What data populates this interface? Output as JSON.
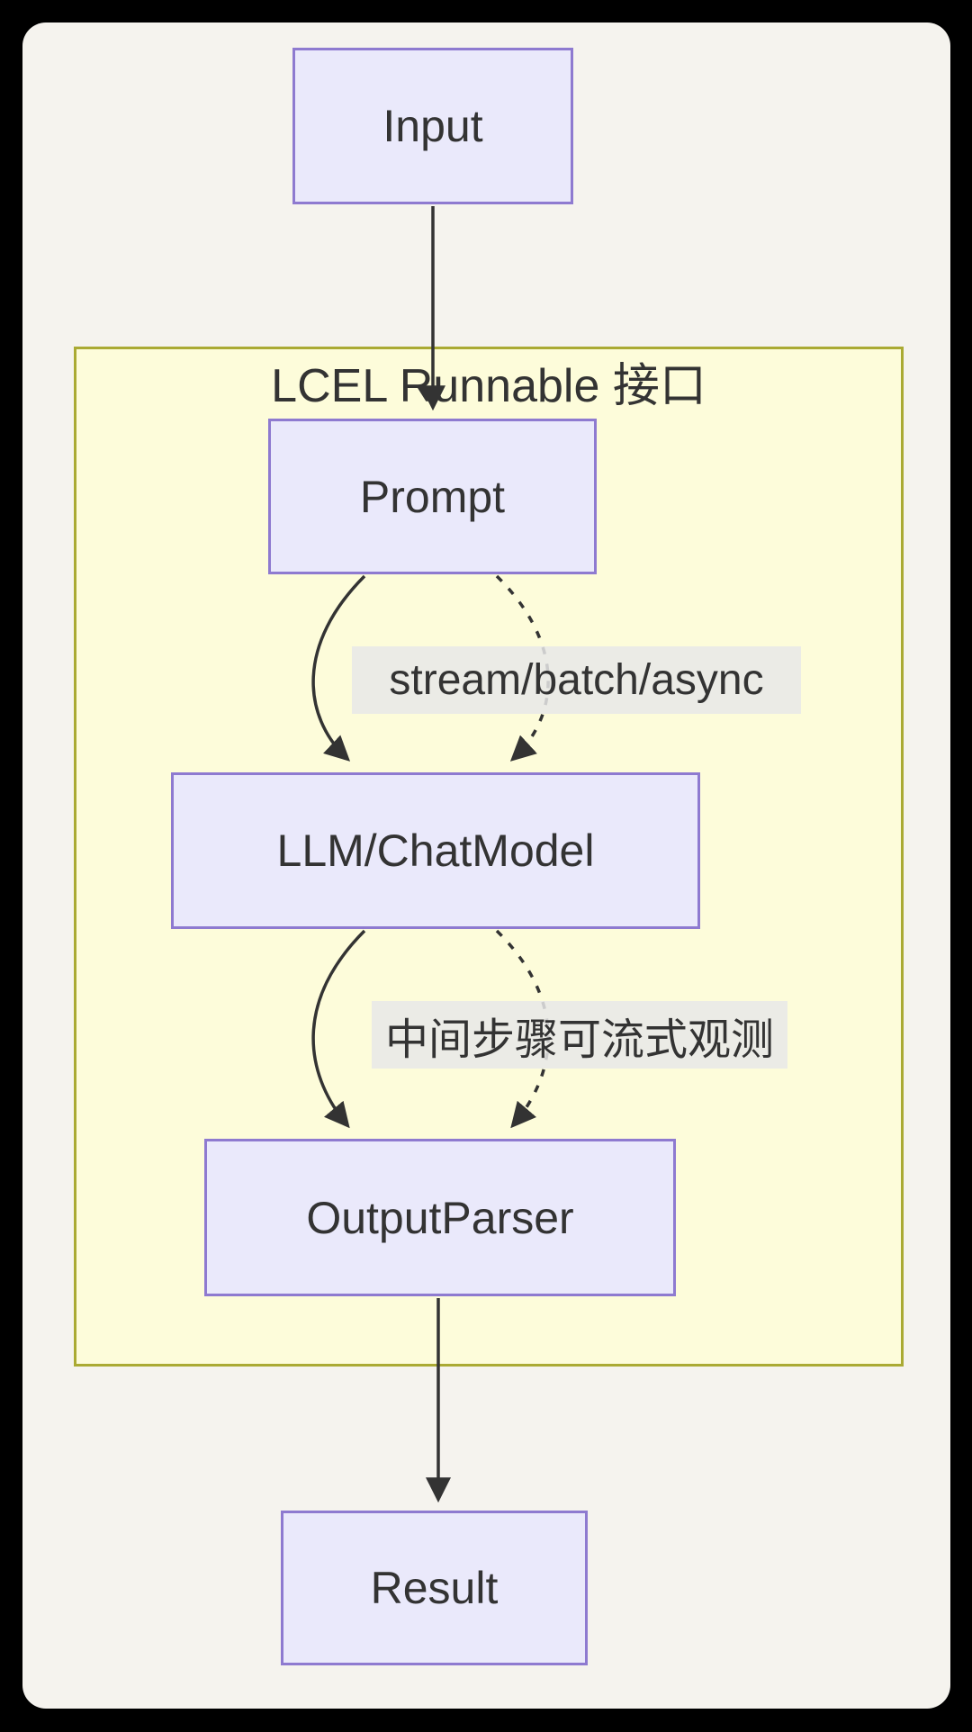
{
  "diagram": {
    "type": "flowchart",
    "direction": "top-down",
    "nodes": [
      {
        "id": "input",
        "label": "Input"
      },
      {
        "id": "prompt",
        "label": "Prompt"
      },
      {
        "id": "llm",
        "label": "LLM/ChatModel"
      },
      {
        "id": "output_parser",
        "label": "OutputParser"
      },
      {
        "id": "result",
        "label": "Result"
      }
    ],
    "cluster": {
      "title": "LCEL Runnable 接口",
      "contains": [
        "prompt",
        "llm",
        "output_parser"
      ]
    },
    "edges": [
      {
        "from": "Input",
        "to": "Prompt",
        "style": "solid",
        "label": ""
      },
      {
        "from": "Prompt",
        "to": "LLM/ChatModel",
        "style": "solid",
        "label": ""
      },
      {
        "from": "Prompt",
        "to": "LLM/ChatModel",
        "style": "dashed",
        "label": "stream/batch/async"
      },
      {
        "from": "LLM/ChatModel",
        "to": "OutputParser",
        "style": "solid",
        "label": ""
      },
      {
        "from": "LLM/ChatModel",
        "to": "OutputParser",
        "style": "dashed",
        "label": "中间步骤可流式观测"
      },
      {
        "from": "OutputParser",
        "to": "Result",
        "style": "solid",
        "label": ""
      }
    ],
    "colors": {
      "frame": "#000000",
      "canvas": "#F5F3EE",
      "node_fill": "#EAE9FB",
      "node_border": "#8E7AD0",
      "cluster_fill": "#FDFCDA",
      "cluster_border": "#AAAA33",
      "edge": "#333333",
      "edge_label_bg": "#E8E8E8",
      "text": "#333333"
    }
  }
}
